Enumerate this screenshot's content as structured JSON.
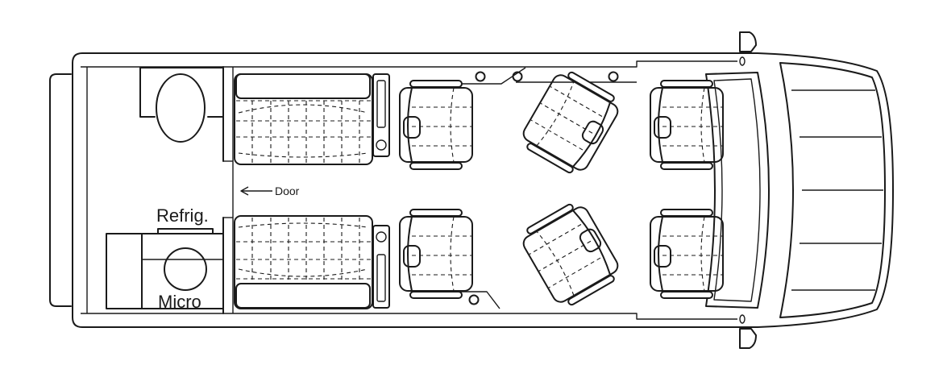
{
  "labels": {
    "refrigerator": "Refrig.",
    "microwave": "Micro",
    "door": "Door"
  },
  "colors": {
    "line": "#1a1a1a",
    "background": "#ffffff"
  }
}
